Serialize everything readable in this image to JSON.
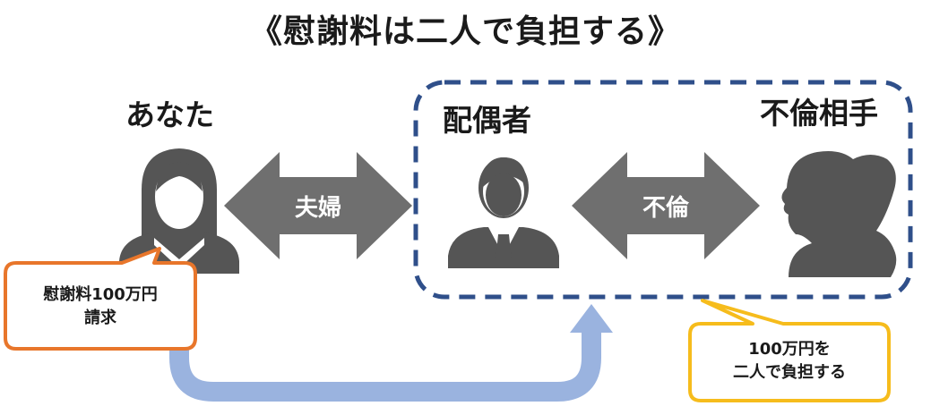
{
  "title": "《慰謝料は二人で負担する》",
  "parties": {
    "you": "あなた",
    "spouse": "配偶者",
    "partner": "不倫相手"
  },
  "relations": {
    "couple": "夫婦",
    "affair": "不倫"
  },
  "callouts": {
    "claim_line1": "慰謝料100万円",
    "claim_line2": "請求",
    "share_line1": "100万円を",
    "share_line2": "二人で負担する"
  },
  "colors": {
    "arrow_gray": "#6f6f6f",
    "person_fill": "#555555",
    "group_border": "#2f4f8a",
    "claim_border": "#e8762b",
    "share_border": "#f6bc1c",
    "flow_arrow": "#9ab3df"
  },
  "icons": {
    "you": "woman-person-icon",
    "spouse": "man-person-icon",
    "partner": "woman-silhouette-profile-icon"
  }
}
